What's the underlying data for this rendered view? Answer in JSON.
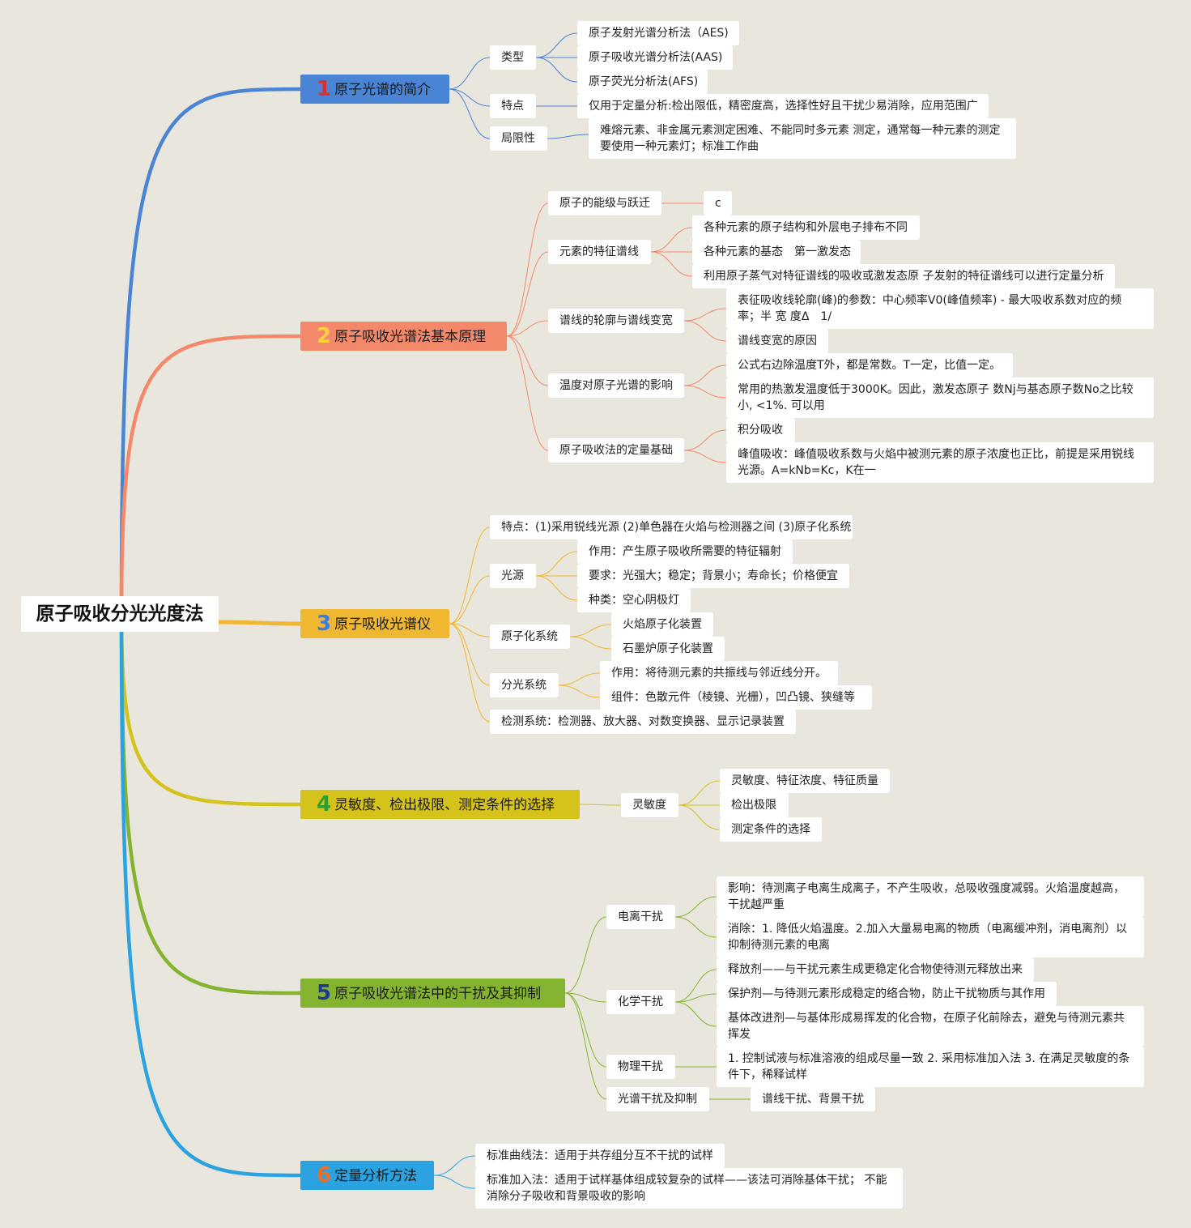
{
  "title": "原子吸收分光光度法",
  "colors": {
    "b1": "#4a84d4",
    "b2": "#f3896a",
    "b3": "#f0b731",
    "b4": "#d5c21a",
    "b5": "#84b42f",
    "b6": "#2ba3e1",
    "n1": "#d93030",
    "n2": "#ffd23c",
    "n3": "#3a7de6",
    "n4": "#2e9e2e",
    "n5": "#1f3a8c",
    "n6": "#f06d23"
  },
  "b1": {
    "num": "1",
    "label": "原子光谱的简介",
    "type": "类型",
    "aes": "原子发射光谱分析法（AES)",
    "aas": "原子吸收光谱分析法(AAS)",
    "afs": "原子荧光分析法(AFS)",
    "feature": "特点",
    "feature_text": "仅用于定量分析:检出限低，精密度高，选择性好且干扰少易消除，应用范围广",
    "limit": "局限性",
    "limit_text": "难熔元素、非金属元素测定困难、不能同时多元素 测定，通常每一种元素的测定要使用一种元素灯；标准工作曲"
  },
  "b2": {
    "num": "2",
    "label": "原子吸收光谱法基本原理",
    "energy": "原子的能级与跃迁",
    "energy_c": "c",
    "char": "元素的特征谱线",
    "char1": "各种元素的原子结构和外层电子排布不同",
    "char2": "各种元素的基态　第一激发态",
    "char3": "利用原子蒸气对特征谱线的吸收或激发态原 子发射的特征谱线可以进行定量分析",
    "profile": "谱线的轮廓与谱线变宽",
    "profile1": "表征吸收线轮廓(峰)的参数：中心频率V0(峰值频率) - 最大吸收系数对应的频率；半 宽 度Δ　1/",
    "profile2": "谱线变宽的原因",
    "temp": "温度对原子光谱的影响",
    "temp1": "公式右边除温度T外，都是常数。T一定，比值一定。",
    "temp2": "常用的热激发温度低于3000K。因此，激发态原子 数Nj与基态原子数No之比较小, <1%. 可以用",
    "quant": "原子吸收法的定量基础",
    "quant1": "积分吸收",
    "quant2": "峰值吸收：峰值吸收系数与火焰中被测元素的原子浓度也正比，前提是采用锐线光源。A=kNb=Kc，K在一"
  },
  "b3": {
    "num": "3",
    "label": "原子吸收光谱仪",
    "feature": "特点：(1)采用锐线光源 (2)单色器在火焰与检测器之间 (3)原子化系统",
    "source": "光源",
    "src1": "作用：产生原子吸收所需要的特征辐射",
    "src2": "要求：光强大；稳定；背景小；寿命长；价格便宜",
    "src3": "种类：空心阴极灯",
    "atom": "原子化系统",
    "atom1": "火焰原子化装置",
    "atom2": "石墨炉原子化装置",
    "split": "分光系统",
    "split1": "作用：将待测元素的共振线与邻近线分开。",
    "split2": "组件：色散元件（棱镜、光栅），凹凸镜、狭缝等",
    "detect": "检测系统：检测器、放大器、对数变换器、显示记录装置"
  },
  "b4": {
    "num": "4",
    "label": "灵敏度、检出极限、测定条件的选择",
    "sens": "灵敏度",
    "s1": "灵敏度、特征浓度、特征质量",
    "s2": "检出极限",
    "s3": "测定条件的选择"
  },
  "b5": {
    "num": "5",
    "label": "原子吸收光谱法中的干扰及其抑制",
    "ion": "电离干扰",
    "ion1": "影响：待测离子电离生成离子，不产生吸收，总吸收强度减弱。火焰温度越高，干扰越严重",
    "ion2": "消除：1. 降低火焰温度。2.加入大量易电离的物质（电离缓冲剂，消电离剂）以抑制待测元素的电离",
    "chem": "化学干扰",
    "chem1": "释放剂——与干扰元素生成更稳定化合物使待测元释放出来",
    "chem2": "保护剂—与待测元素形成稳定的络合物，防止干扰物质与其作用",
    "chem3": "基体改进剂—与基体形成易挥发的化合物，在原子化前除去，避免与待测元素共挥发",
    "phys": "物理干扰",
    "phys1": "1. 控制试液与标准溶液的组成尽量一致 2. 采用标准加入法 3. 在满足灵敏度的条件下，稀释试样",
    "spec": "光谱干扰及抑制",
    "spec1": "谱线干扰、背景干扰"
  },
  "b6": {
    "num": "6",
    "label": "定量分析方法",
    "m1": "标准曲线法：适用于共存组分互不干扰的试样",
    "m2": "标准加入法：适用于试样基体组成较复杂的试样——该法可消除基体干扰； 不能消除分子吸收和背景吸收的影响"
  }
}
